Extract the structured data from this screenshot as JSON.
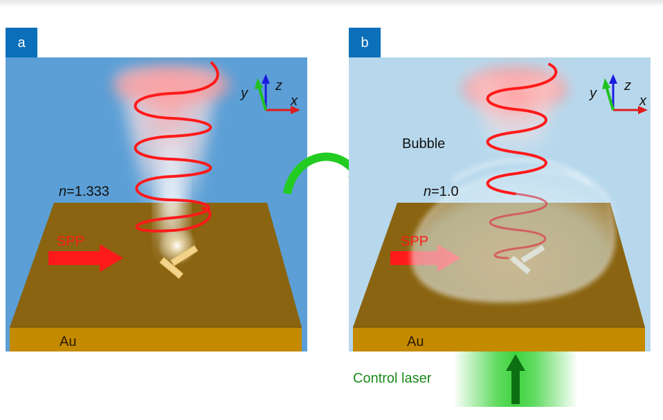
{
  "panel_a": {
    "tag": "a",
    "medium_index_var": "n",
    "medium_index_value": "=1.333",
    "spp_label": "SPP",
    "substrate_label": "Au",
    "axes": {
      "y": "y",
      "z": "z",
      "x": "x"
    }
  },
  "panel_b": {
    "tag": "b",
    "bubble_label": "Bubble",
    "medium_index_var": "n",
    "medium_index_value": "=1.0",
    "spp_label": "SPP",
    "substrate_label": "Au",
    "axes": {
      "y": "y",
      "z": "z",
      "x": "x"
    }
  },
  "control_laser_label": "Control laser",
  "colors": {
    "tag_bg": "#0b6fba",
    "water_bg": "#5b9fd6",
    "air_bg": "#b7d8ec",
    "gold_top": "#8a6410",
    "gold_side": "#c48a00",
    "helix": "#ff1a1a",
    "spp_arrow": "#ff1a1a",
    "transition_arrow": "#22cc22",
    "laser": "#2bcf2b",
    "laser_arrow": "#0e6e12"
  }
}
